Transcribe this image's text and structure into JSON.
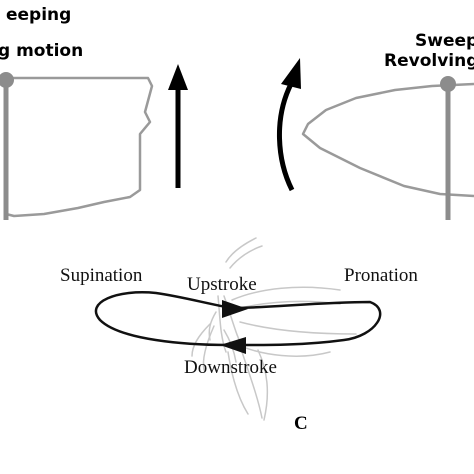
{
  "panel_a": {
    "caption_line1": "eeping",
    "caption_line2": "g motion"
  },
  "panel_b": {
    "caption_line1": "Sweep",
    "caption_line2": "Revolving"
  },
  "panel_c": {
    "letter": "C",
    "supination": "Supination",
    "upstroke": "Upstroke",
    "pronation": "Pronation",
    "downstroke": "Downstroke"
  },
  "colors": {
    "wing_outline": "#9a9a9a",
    "hinge": "#8c8c8c",
    "stroke_path": "#111111",
    "mosquito_sketch": "#c8c8c8",
    "arrow": "#000000"
  }
}
